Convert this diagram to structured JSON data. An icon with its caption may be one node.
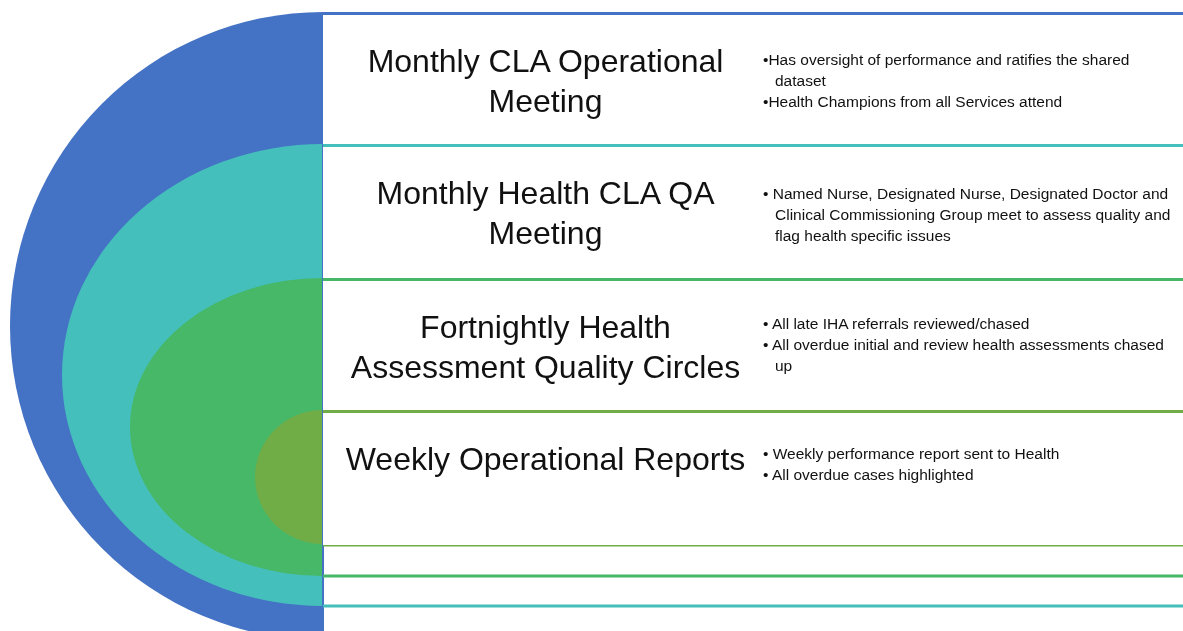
{
  "diagram": {
    "nodes": [
      {
        "text": [
          "Monthly CLA Operational Meeting",
          "•Has oversight of performance and ratifies the shared dataset",
          "•Health Champions from all Services attend"
        ]
      },
      {
        "text": [
          "Monthly Health CLA QA Meeting",
          "• Named Nurse, Designated Nurse, Designated Doctor and Clinical Commissioning Group meet to assess quality and flag health specific issues"
        ]
      },
      {
        "text": [
          "Fortnightly Health Assessment Quality Circles",
          "• All late IHA referrals reviewed/chased",
          "• All overdue initial and review health assessments chased up"
        ]
      },
      {
        "text": [
          "Weekly Operational Reports",
          "• Weekly performance report sent to Health",
          "• All overdue cases highlighted"
        ]
      }
    ]
  }
}
